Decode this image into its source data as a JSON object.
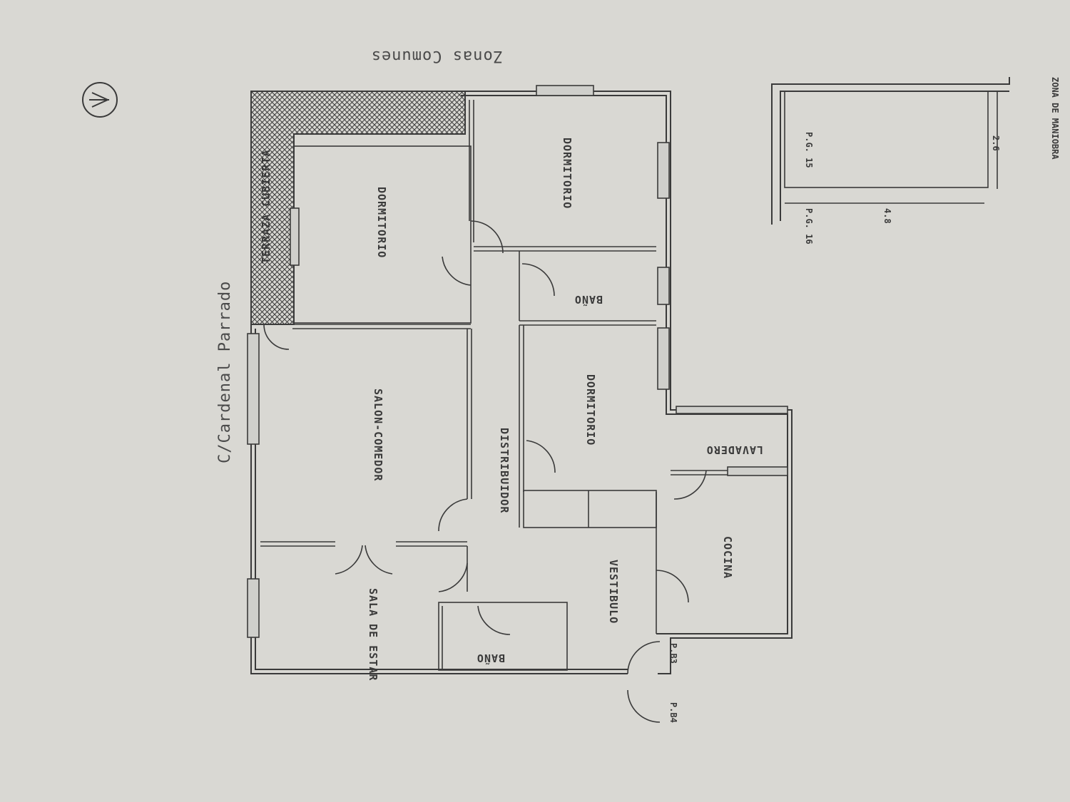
{
  "labels": {
    "street": "C/Cardenal Parrado",
    "common_zones": "Zonas Comunes",
    "terrace": "TERRAZA CUBIERTA",
    "bedroom_1": "DORMITORIO",
    "bedroom_2": "DORMITORIO",
    "bedroom_3": "DORMITORIO",
    "bath_1": "BAÑO",
    "bath_2": "BAÑO",
    "living_dining": "SALON-COMEDOR",
    "distributor": "DISTRIBUIDOR",
    "sitting_room": "SALA DE ESTAR",
    "hall": "VESTIBULO",
    "laundry": "LAVADERO",
    "kitchen": "COCINA",
    "pillar_a": "P.B4",
    "pillar_b": "P.B3",
    "parking_a": "P.G. 15",
    "parking_b": "P.G. 16",
    "maneuver_zone": "ZONA DE MANIOBRA",
    "dim_a": "2.6",
    "dim_b": "4.8"
  },
  "icons": {
    "north": "north-arrow-icon"
  }
}
